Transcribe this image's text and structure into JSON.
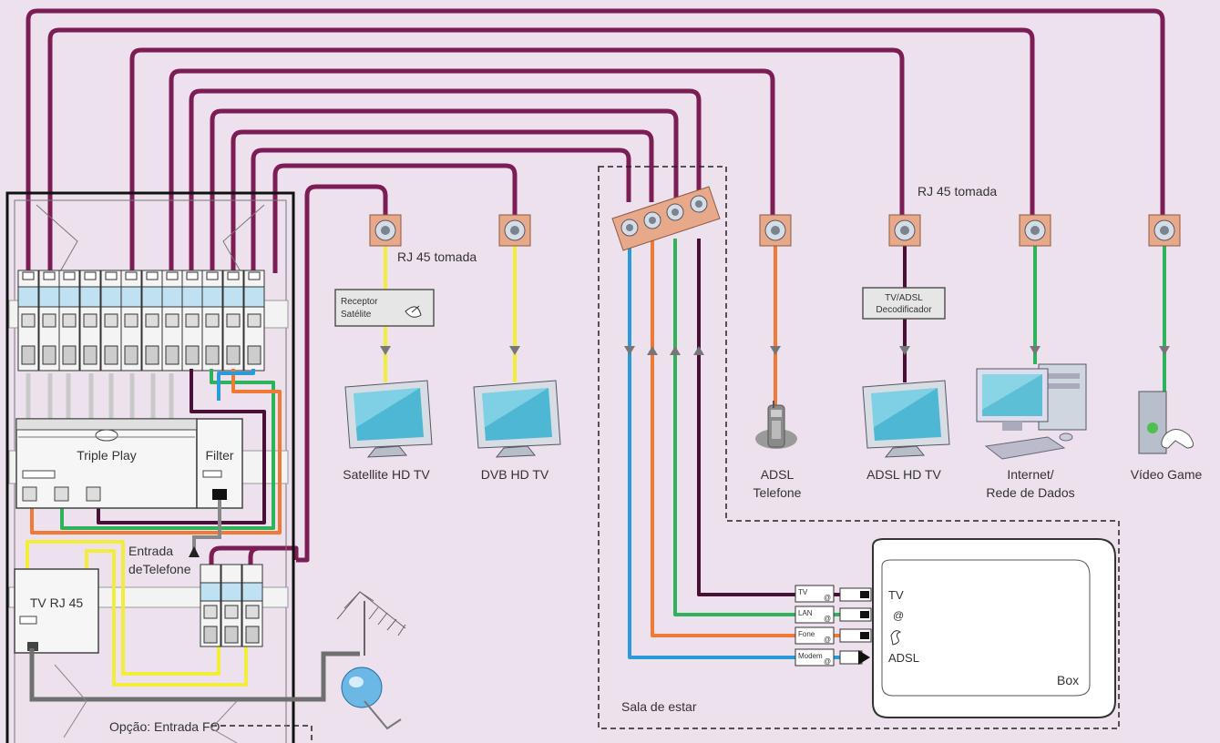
{
  "labels": {
    "rj45_left": "RJ 45 tomada",
    "rj45_right": "RJ 45 tomada",
    "receptor_line1": "Receptor",
    "receptor_line2": "Satélite",
    "decoder_line1": "TV/ADSL",
    "decoder_line2": "Decodificador",
    "triple_play": "Triple Play",
    "filter": "Filter",
    "entrada_line1": "Entrada",
    "entrada_line2": "deTelefone",
    "tv_rj45": "TV RJ 45",
    "opcao_fo": "Opção: Entrada FO",
    "sala": "Sala de estar",
    "box": "Box"
  },
  "devices": {
    "satellite_tv": "Satellite HD TV",
    "dvb_tv": "DVB HD TV",
    "adsl_phone_line1": "ADSL",
    "adsl_phone_line2": "Telefone",
    "adsl_tv": "ADSL HD TV",
    "internet_line1": "Internet/",
    "internet_line2": "Rede de Dados",
    "video_game": "Vídeo Game"
  },
  "box_ports": {
    "tv": "TV",
    "lan": "LAN",
    "fone": "Fone",
    "modem": "Modem",
    "at": "@",
    "panel_tv": "TV",
    "panel_at": "@",
    "panel_adsl": "ADSL"
  },
  "colors": {
    "background": "#ede1ee",
    "purple_cable": "#7d1d55",
    "dark_cable": "#4a0f36",
    "yellow_cable": "#f2ec3a",
    "orange_cable": "#f07a35",
    "green_cable": "#2fb35a",
    "blue_cable": "#2a9ad8",
    "grey_cable": "#6f6f6f",
    "outlet_face": "#e8a98a"
  }
}
